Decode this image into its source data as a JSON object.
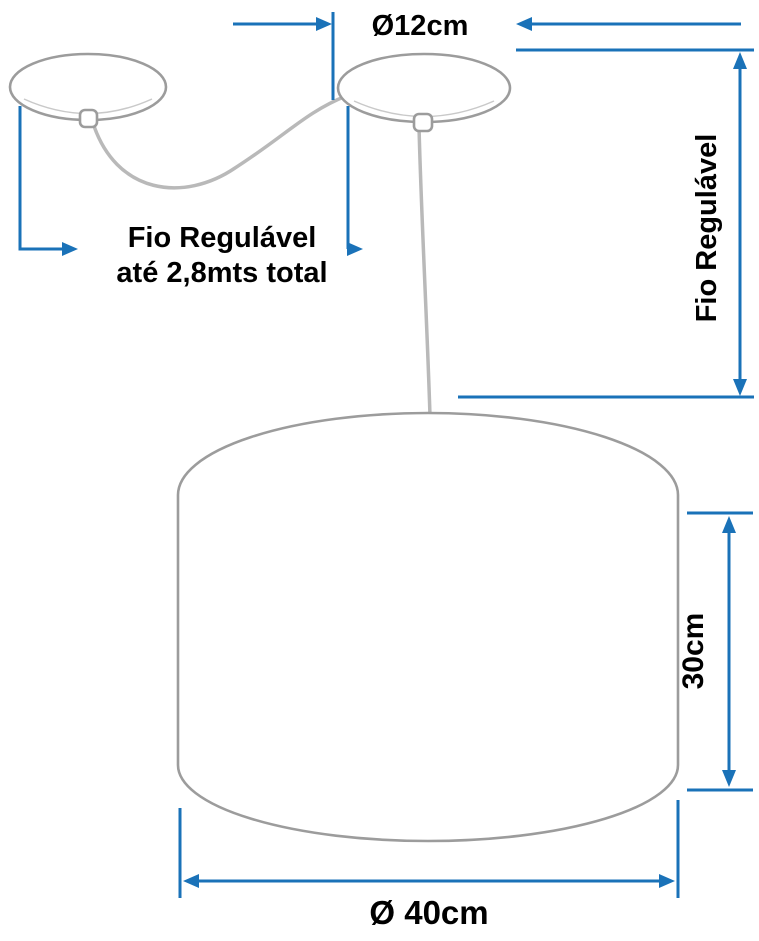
{
  "diagram": {
    "title": "pendant-lamp-dimension-diagram",
    "labels": {
      "canopy_diameter": "Ø12cm",
      "adjustable_cord_line1": "Fio Regulável",
      "adjustable_cord_line2": "até 2,8mts total",
      "adjustable_cord_vertical": "Fio Regulável",
      "shade_height": "30cm",
      "shade_diameter": "Ø 40cm"
    },
    "colors": {
      "dimension_blue": "#1a72b8",
      "outline_gray": "#9c9c9c",
      "cord_gray": "#b9b9b9",
      "text_black": "#000000",
      "background": "#ffffff"
    }
  }
}
